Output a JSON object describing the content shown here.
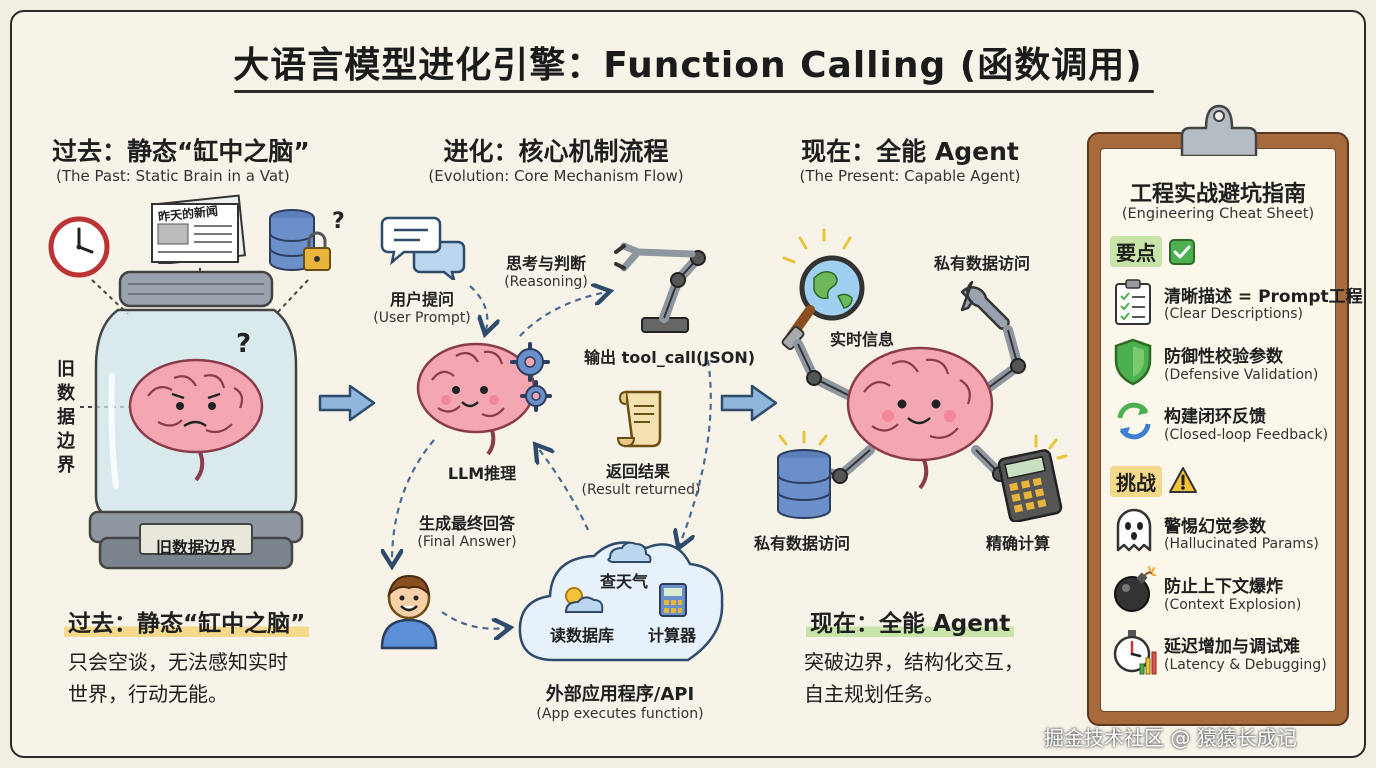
{
  "title": "大语言模型进化引擎：Function Calling (函数调用)",
  "past": {
    "heading": "过去：静态“缸中之脑”",
    "subheading": "(The Past: Static Brain in a Vat)",
    "newspaper_label": "昨天的新闻",
    "side_label": "旧数据边界",
    "jar_label": "旧数据边界",
    "bottom_heading": "过去：静态“缸中之脑”",
    "bottom_desc_1": "只会空谈，无法感知实时",
    "bottom_desc_2": "世界，行动无能。"
  },
  "evolution": {
    "heading": "进化：核心机制流程",
    "subheading": "(Evolution: Core Mechanism Flow)",
    "user_prompt": "用户提问",
    "user_prompt_en": "(User Prompt)",
    "reasoning": "思考与判断",
    "reasoning_en": "(Reasoning)",
    "tool_call": "输出 tool_call(JSON)",
    "llm": "LLM推理",
    "result": "返回结果",
    "result_en": "(Result returned)",
    "final": "生成最终回答",
    "final_en": "(Final Answer)",
    "cloud_weather": "查天气",
    "cloud_db": "读数据库",
    "cloud_calc": "计算器",
    "app": "外部应用程序/API",
    "app_en": "(App executes function)"
  },
  "present": {
    "heading": "现在：全能 Agent",
    "subheading": "(The Present: Capable Agent)",
    "realtime": "实时信息",
    "private_top": "私有数据访问",
    "private_bottom": "私有数据访问",
    "calc": "精确计算",
    "bottom_heading": "现在：全能 Agent",
    "bottom_desc_1": "突破边界，结构化交互，",
    "bottom_desc_2": "自主规划任务。"
  },
  "cheat": {
    "title": "工程实战避坑指南",
    "subtitle": "(Engineering Cheat Sheet)",
    "points_tag": "要点",
    "challenges_tag": "挑战",
    "points": [
      {
        "title": "清晰描述 = Prompt工程",
        "sub": "(Clear Descriptions)"
      },
      {
        "title": "防御性校验参数",
        "sub": "(Defensive Validation)"
      },
      {
        "title": "构建闭环反馈",
        "sub": "(Closed-loop Feedback)"
      }
    ],
    "challenges": [
      {
        "title": "警惕幻觉参数",
        "sub": "(Hallucinated Params)"
      },
      {
        "title": "防止上下文爆炸",
        "sub": "(Context Explosion)"
      },
      {
        "title": "延迟增加与调试难",
        "sub": "(Latency & Debugging)"
      }
    ]
  },
  "watermark": "掘金技术社区 @ 猿猿长成记",
  "colors": {
    "brain": "#f4a7b3",
    "accent_yellow": "#f5d98a",
    "accent_green": "#c9e4a8",
    "wood": "#a66a3d"
  }
}
